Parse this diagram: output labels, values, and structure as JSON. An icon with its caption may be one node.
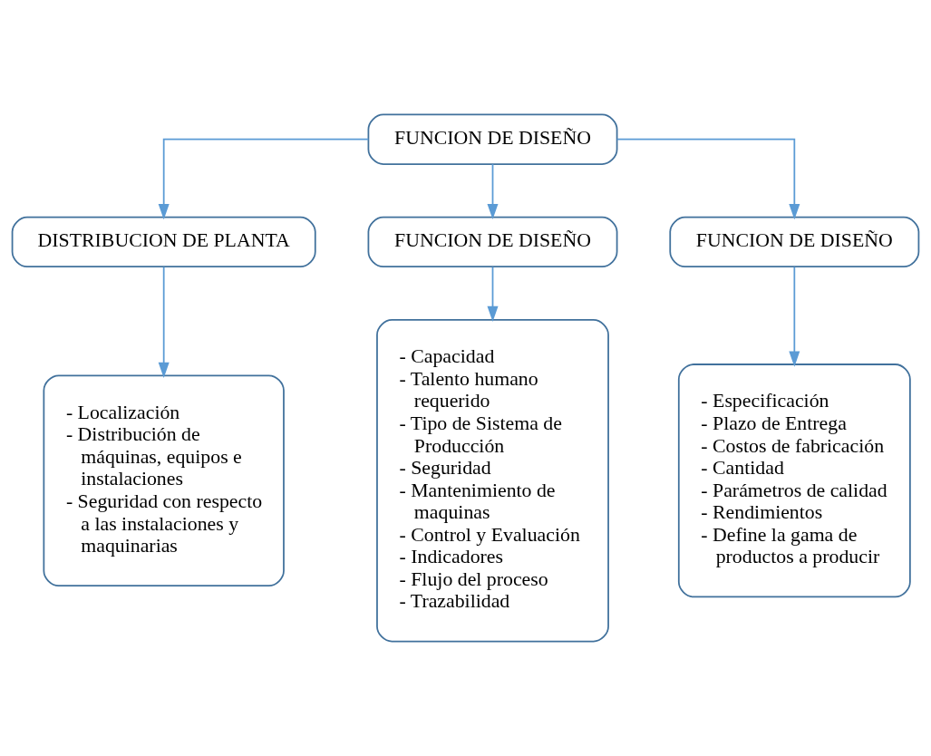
{
  "diagram": {
    "nodes": [
      {
        "text": [
          "FUNCION DE DISEÑO"
        ]
      },
      {
        "text": [
          "DISTRIBUCION DE PLANTA"
        ]
      },
      {
        "text": [
          "FUNCION DE DISEÑO"
        ]
      },
      {
        "text": [
          "FUNCION DE DISEÑO"
        ]
      },
      {
        "text": [
          "- Localización",
          "- Distribución de máquinas, equipos e instalaciones",
          "- Seguridad con respecto a las instalaciones y maquinarias"
        ]
      },
      {
        "text": [
          "- Capacidad",
          "- Talento humano requerido",
          "- Tipo de Sistema de Producción",
          "- Seguridad",
          "- Mantenimiento de maquinas",
          "- Control y Evaluación",
          "- Indicadores",
          "- Flujo del proceso",
          "- Trazabilidad"
        ]
      },
      {
        "text": [
          "- Especificación",
          "- Plazo de Entrega",
          "- Costos de fabricación",
          "- Cantidad",
          "- Parámetros de calidad",
          "- Rendimientos",
          "- Define la gama de productos a producir"
        ]
      }
    ],
    "edges": [
      {
        "from": 0,
        "to": 1,
        "arrow": "to"
      },
      {
        "from": 0,
        "to": 2,
        "arrow": "to"
      },
      {
        "from": 0,
        "to": 3,
        "arrow": "to"
      },
      {
        "from": 1,
        "to": 4,
        "arrow": "to"
      },
      {
        "from": 2,
        "to": 5,
        "arrow": "to"
      },
      {
        "from": 3,
        "to": 6,
        "arrow": "to"
      }
    ]
  }
}
